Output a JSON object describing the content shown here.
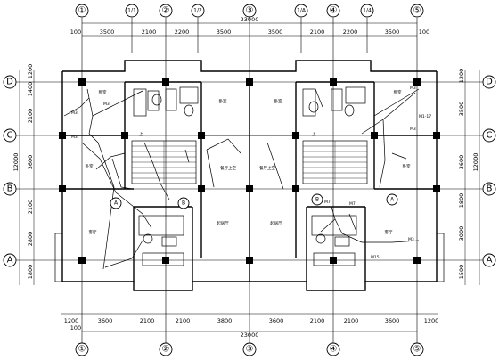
{
  "axes_columns": [
    "①",
    "②",
    "③",
    "④",
    "⑤"
  ],
  "axes_columns_half": [
    "1/1",
    "1/2",
    "1/A",
    "1/4"
  ],
  "axes_rows": [
    "D",
    "C",
    "B",
    "A"
  ],
  "dims": {
    "top_total": "23000",
    "top": [
      "3500",
      "2100",
      "2200",
      "3500",
      "3500",
      "2100",
      "2200",
      "3500"
    ],
    "bottom_total": "23000",
    "bottom": [
      "1200",
      "3600",
      "2100",
      "2100",
      "3800",
      "3600",
      "2100",
      "2100",
      "3600",
      "1200"
    ],
    "left_total": "12000",
    "left": [
      "1200",
      "1400",
      "2100",
      "3600",
      "2100",
      "2800",
      "1800"
    ],
    "right_total": "12000",
    "right": [
      "1200",
      "3500",
      "3600",
      "1800",
      "3000",
      "1500"
    ],
    "end_label": "100"
  },
  "room_labels": [
    "卧室",
    "卧室",
    "卧室",
    "卧室",
    "卧室",
    "卧室",
    "客厅",
    "客厅",
    "起居厅",
    "起居厅",
    "餐厅上空",
    "餐厅上空"
  ],
  "node_labels": [
    "M3",
    "M1-17",
    "M3",
    "M3",
    "M3",
    "M15",
    "M7",
    "M7",
    "M3",
    "M3",
    "上",
    "上",
    "A",
    "B",
    "B",
    "A"
  ]
}
